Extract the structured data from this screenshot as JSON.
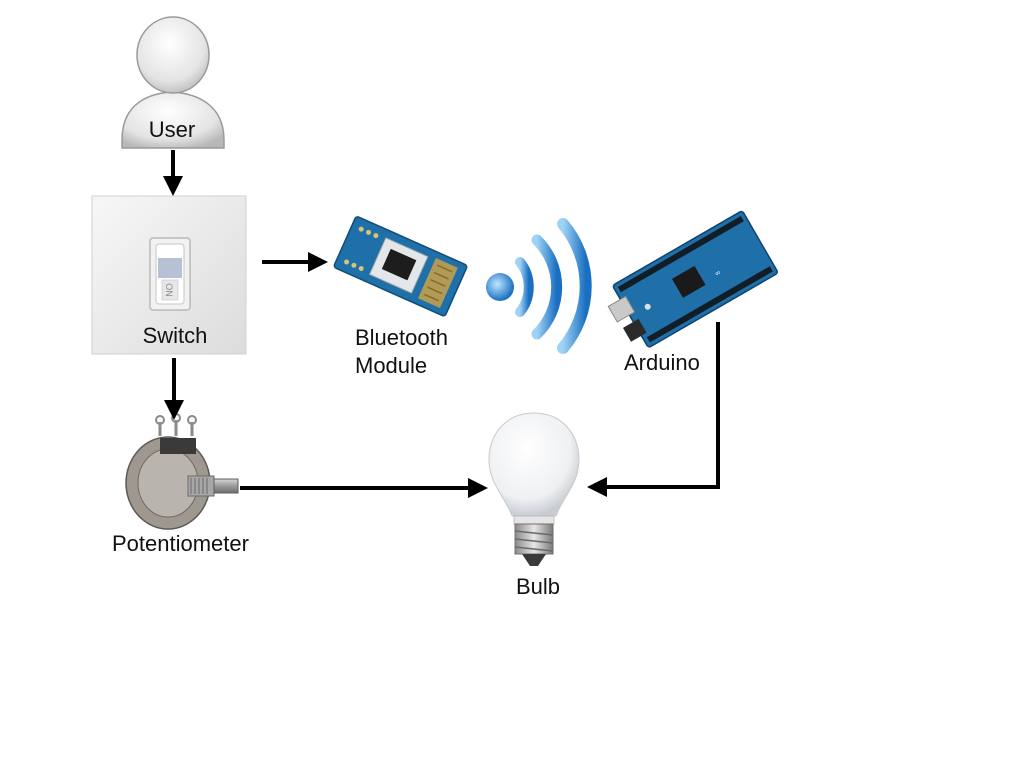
{
  "diagram": {
    "nodes": {
      "user": {
        "label": "User",
        "icon": "user-icon"
      },
      "switch": {
        "label": "Switch",
        "icon": "light-switch-icon",
        "switch_text": "ON"
      },
      "bluetooth": {
        "label_line1": "Bluetooth",
        "label_line2": "Module",
        "icon": "bluetooth-module-icon"
      },
      "wireless": {
        "icon": "wireless-signal-icon"
      },
      "arduino": {
        "label": "Arduino",
        "icon": "arduino-board-icon"
      },
      "potentiometer": {
        "label": "Potentiometer",
        "icon": "potentiometer-icon"
      },
      "bulb": {
        "label": "Bulb",
        "icon": "light-bulb-icon"
      }
    },
    "edges": [
      {
        "from": "User",
        "to": "Switch"
      },
      {
        "from": "Switch",
        "to": "Bluetooth Module"
      },
      {
        "from": "Switch",
        "to": "Potentiometer"
      },
      {
        "from": "Potentiometer",
        "to": "Bulb"
      },
      {
        "from": "Arduino",
        "to": "Bulb"
      }
    ],
    "colors": {
      "arrow": "#000000",
      "board_blue": "#1f6fa8",
      "signal_blue": "#1a7fd0"
    }
  }
}
